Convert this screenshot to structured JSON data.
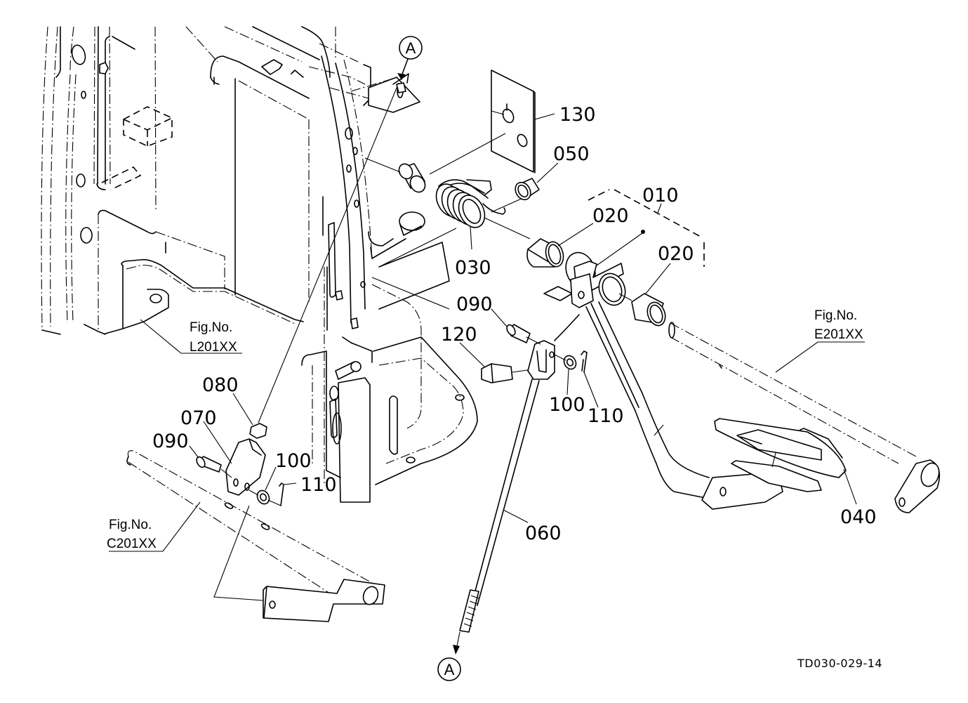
{
  "diagram": {
    "type": "exploded-parts-diagram",
    "drawing_code": "TD030-029-14",
    "reference_marker": "A",
    "assembly_bracket_label": "010",
    "part_labels": {
      "p130": "130",
      "p050": "050",
      "p010": "010",
      "p020_upper": "020",
      "p020_right": "020",
      "p030": "030",
      "p090_upper": "090",
      "p120": "120",
      "p100_upper": "100",
      "p110_upper": "110",
      "p060": "060",
      "p040": "040",
      "p080": "080",
      "p070": "070",
      "p090_lower": "090",
      "p100_lower": "100",
      "p110_lower": "110"
    },
    "figure_refs": [
      {
        "line1": "Fig.No.",
        "line2": "L201XX"
      },
      {
        "line1": "Fig.No.",
        "line2": "E201XX"
      },
      {
        "line1": "Fig.No.",
        "line2": "C201XX"
      }
    ],
    "parts": [
      "010",
      "020",
      "030",
      "040",
      "050",
      "060",
      "070",
      "080",
      "090",
      "100",
      "110",
      "120",
      "130"
    ]
  }
}
